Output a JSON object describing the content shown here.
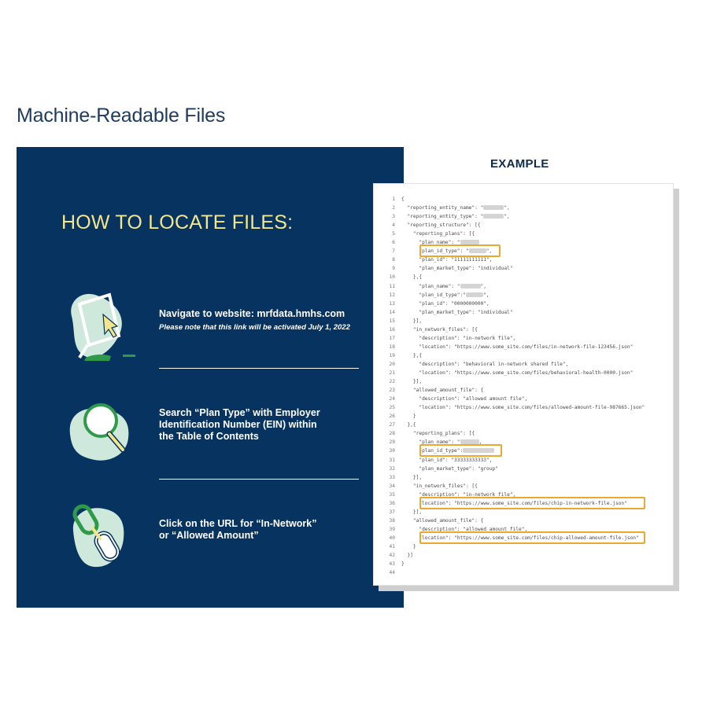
{
  "page_title": "Machine-Readable Files",
  "panel": {
    "heading": "HOW TO LOCATE FILES:",
    "steps": [
      {
        "line1": "Navigate to website: mrfdata.hmhs.com",
        "note": "Please note that this link will be activated July 1, 2022"
      },
      {
        "line1": "Search “Plan Type” with Employer",
        "line2": "Identification Number (EIN) within",
        "line3": "the Table of Contents"
      },
      {
        "line1": "Click on the URL for “In-Network”",
        "line2": "or “Allowed Amount”"
      }
    ]
  },
  "example": {
    "label": "EXAMPLE",
    "code_lines": [
      {
        "n": "1",
        "pre": "{",
        "blur": 0,
        "post": ""
      },
      {
        "n": "2",
        "pre": "  \"reporting_entity_name\": \"",
        "blur": 26,
        "post": "\","
      },
      {
        "n": "3",
        "pre": "  \"reporting_entity_type\": \"",
        "blur": 26,
        "post": "\","
      },
      {
        "n": "4",
        "pre": "  \"reporting_structure\": [{",
        "blur": 0,
        "post": ""
      },
      {
        "n": "5",
        "pre": "    \"reporting_plans\": [{",
        "blur": 0,
        "post": ""
      },
      {
        "n": "6",
        "pre": "      \"plan_name\": \"",
        "blur": 24,
        "post": ""
      },
      {
        "n": "7",
        "pre": "      \"plan_id_type\": \"",
        "blur": 22,
        "post": "\","
      },
      {
        "n": "8",
        "pre": "      \"plan_id\": \"11111111111\",",
        "blur": 0,
        "post": ""
      },
      {
        "n": "9",
        "pre": "      \"plan_market_type\": \"individual\"",
        "blur": 0,
        "post": ""
      },
      {
        "n": "10",
        "pre": "    },{",
        "blur": 0,
        "post": ""
      },
      {
        "n": "11",
        "pre": "      \"plan_name\": \"",
        "blur": 26,
        "post": "\","
      },
      {
        "n": "12",
        "pre": "      \"plan_id_type\":\"",
        "blur": 22,
        "post": "\","
      },
      {
        "n": "13",
        "pre": "      \"plan_id\": \"0000000000\",",
        "blur": 0,
        "post": ""
      },
      {
        "n": "14",
        "pre": "      \"plan_market_type\": \"individual\"",
        "blur": 0,
        "post": ""
      },
      {
        "n": "15",
        "pre": "    }],",
        "blur": 0,
        "post": ""
      },
      {
        "n": "16",
        "pre": "    \"in_network_files\": [{",
        "blur": 0,
        "post": ""
      },
      {
        "n": "17",
        "pre": "      \"description\": \"in-network file\",",
        "blur": 0,
        "post": ""
      },
      {
        "n": "18",
        "pre": "      \"location\": \"https://www.some_site.com/files/in-network-file-123456.json\"",
        "blur": 0,
        "post": ""
      },
      {
        "n": "19",
        "pre": "    },{",
        "blur": 0,
        "post": ""
      },
      {
        "n": "20",
        "pre": "      \"description\": \"behavioral in-network shared file\",",
        "blur": 0,
        "post": ""
      },
      {
        "n": "21",
        "pre": "      \"location\": \"https://www.some_site.com/files/behavioral-health-0000.json\"",
        "blur": 0,
        "post": ""
      },
      {
        "n": "22",
        "pre": "    }],",
        "blur": 0,
        "post": ""
      },
      {
        "n": "23",
        "pre": "    \"allowed_amount_file\": {",
        "blur": 0,
        "post": ""
      },
      {
        "n": "24",
        "pre": "      \"description\": \"allowed amount file\",",
        "blur": 0,
        "post": ""
      },
      {
        "n": "25",
        "pre": "      \"location\": \"https://www.some_site.com/files/allowed-amount-file-987665.json\"",
        "blur": 0,
        "post": ""
      },
      {
        "n": "26",
        "pre": "    }",
        "blur": 0,
        "post": ""
      },
      {
        "n": "27",
        "pre": "  },{",
        "blur": 0,
        "post": ""
      },
      {
        "n": "28",
        "pre": "    \"reporting_plans\": [{",
        "blur": 0,
        "post": ""
      },
      {
        "n": "29",
        "pre": "      \"plan_name\": \"",
        "blur": 24,
        "post": ","
      },
      {
        "n": "30",
        "pre": "      \"plan_id_type\":",
        "blur": 40,
        "post": ""
      },
      {
        "n": "31",
        "pre": "      \"plan_id\": \"33333333333\",",
        "blur": 0,
        "post": ""
      },
      {
        "n": "32",
        "pre": "      \"plan_market_type\": \"group\"",
        "blur": 0,
        "post": ""
      },
      {
        "n": "33",
        "pre": "    }],",
        "blur": 0,
        "post": ""
      },
      {
        "n": "34",
        "pre": "    \"in_network_files\": [{",
        "blur": 0,
        "post": ""
      },
      {
        "n": "35",
        "pre": "      \"description\": \"in-network file\",",
        "blur": 0,
        "post": ""
      },
      {
        "n": "36",
        "pre": "      \"location\": \"https://www.some_site.com/files/chip-in-network-file.json\"",
        "blur": 0,
        "post": ""
      },
      {
        "n": "37",
        "pre": "    }],",
        "blur": 0,
        "post": ""
      },
      {
        "n": "38",
        "pre": "    \"allowed_amount_file\": {",
        "blur": 0,
        "post": ""
      },
      {
        "n": "39",
        "pre": "      \"description\": \"allowed amount file\",",
        "blur": 0,
        "post": ""
      },
      {
        "n": "40",
        "pre": "      \"location\": \"https://www.some_site.com/files/chip-allowed-amount-file.json\"",
        "blur": 0,
        "post": ""
      },
      {
        "n": "41",
        "pre": "    }",
        "blur": 0,
        "post": ""
      },
      {
        "n": "42",
        "pre": "  }]",
        "blur": 0,
        "post": ""
      },
      {
        "n": "43",
        "pre": "}",
        "blur": 0,
        "post": ""
      },
      {
        "n": "44",
        "pre": "",
        "blur": 0,
        "post": ""
      }
    ],
    "highlight_color": "#eaa82d"
  },
  "colors": {
    "panel_bg": "#073360",
    "heading_yellow": "#f4e68a",
    "title_blue": "#1f3a5f",
    "illustration_mint": "#cfe8dc",
    "illustration_green": "#2e9a4a",
    "illustration_yellow": "#f3e68a"
  }
}
